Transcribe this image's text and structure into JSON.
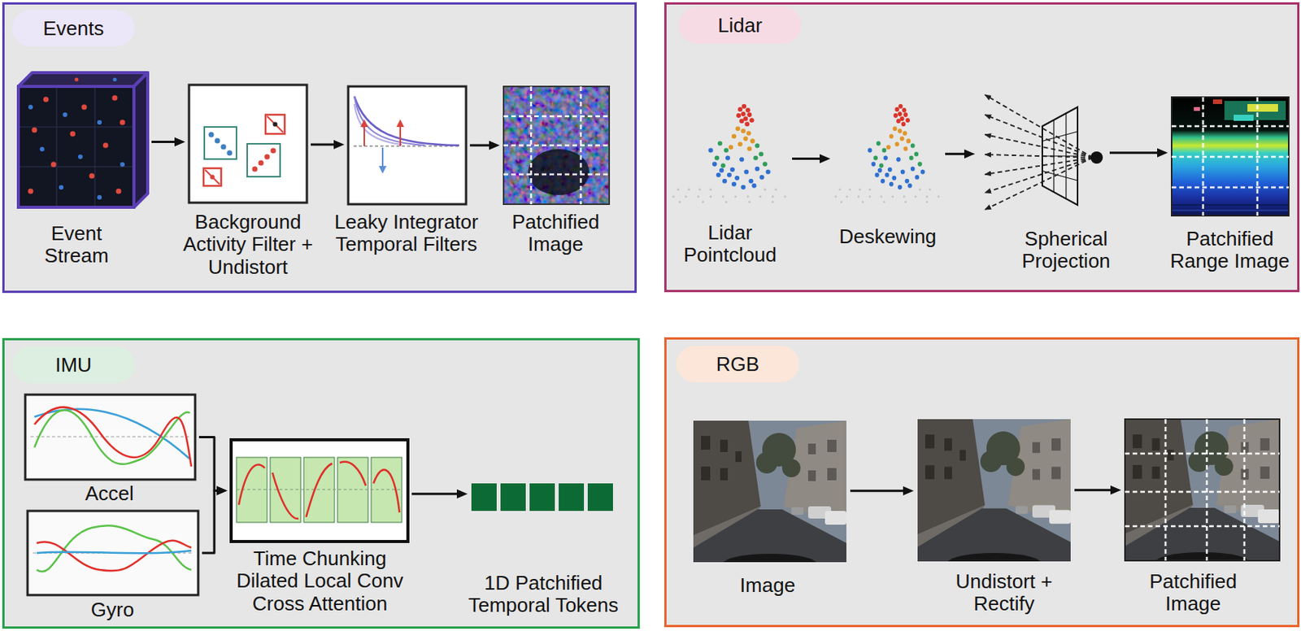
{
  "diagram": {
    "nodes": [
      {
        "text": [
          "Events"
        ]
      },
      {
        "text": [
          "Event Stream"
        ],
        "in": 0
      },
      {
        "text": [
          "Background Activity Filter + Undistort"
        ],
        "in": 0
      },
      {
        "text": [
          "Leaky Integrator Temporal Filters"
        ],
        "in": 0
      },
      {
        "text": [
          "Patchified Image"
        ],
        "in": 0
      },
      {
        "text": [
          "Lidar"
        ]
      },
      {
        "text": [
          "Lidar Pointcloud"
        ],
        "in": 5
      },
      {
        "text": [
          "Deskewing"
        ],
        "in": 5
      },
      {
        "text": [
          "Spherical Projection"
        ],
        "in": 5
      },
      {
        "text": [
          "Patchified Range Image"
        ],
        "in": 5
      },
      {
        "text": [
          "IMU"
        ]
      },
      {
        "text": [
          "Accel"
        ],
        "in": 10
      },
      {
        "text": [
          "Gyro"
        ],
        "in": 10
      },
      {
        "text": [
          "Time Chunking Dilated Local Conv Cross Attention"
        ],
        "in": 10
      },
      {
        "text": [
          "1D Patchified Temporal Tokens"
        ],
        "in": 10
      },
      {
        "text": [
          "RGB"
        ]
      },
      {
        "text": [
          "Image"
        ],
        "in": 15
      },
      {
        "text": [
          "Undistort + Rectify"
        ],
        "in": 15
      },
      {
        "text": [
          "Patchified Image"
        ],
        "in": 15
      }
    ],
    "edges": [
      {
        "from": 1,
        "to": 2,
        "arrow": "to"
      },
      {
        "from": 2,
        "to": 3,
        "arrow": "to"
      },
      {
        "from": 3,
        "to": 4,
        "arrow": "to"
      },
      {
        "from": 6,
        "to": 7,
        "arrow": "to"
      },
      {
        "from": 7,
        "to": 8,
        "arrow": "to"
      },
      {
        "from": 8,
        "to": 9,
        "arrow": "to"
      },
      {
        "from": 11,
        "to": 13,
        "arrow": "to"
      },
      {
        "from": 12,
        "to": 13,
        "arrow": "to"
      },
      {
        "from": 13,
        "to": 14,
        "arrow": "to"
      },
      {
        "from": 16,
        "to": 17,
        "arrow": "to"
      },
      {
        "from": 17,
        "to": 18,
        "arrow": "to"
      }
    ]
  }
}
